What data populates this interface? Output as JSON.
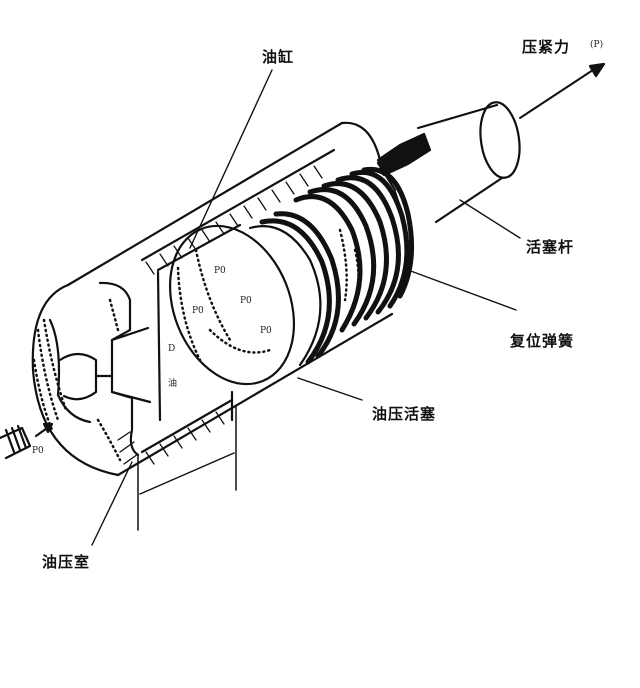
{
  "labels": {
    "cylinder": "油缸",
    "clamp_force": "压紧力",
    "clamp_force_symbol": "(P)",
    "piston_rod": "活塞杆",
    "return_spring": "复位弹簧",
    "hydraulic_piston": "油压活塞",
    "pressure_chamber": "油压室"
  },
  "inner_marks": {
    "d": "D",
    "oil": "油",
    "p0_inlet": "P0",
    "p0_piston_a": "P0",
    "p0_piston_b": "P0",
    "p0_piston_c": "P0",
    "p0_piston_d": "P0"
  }
}
